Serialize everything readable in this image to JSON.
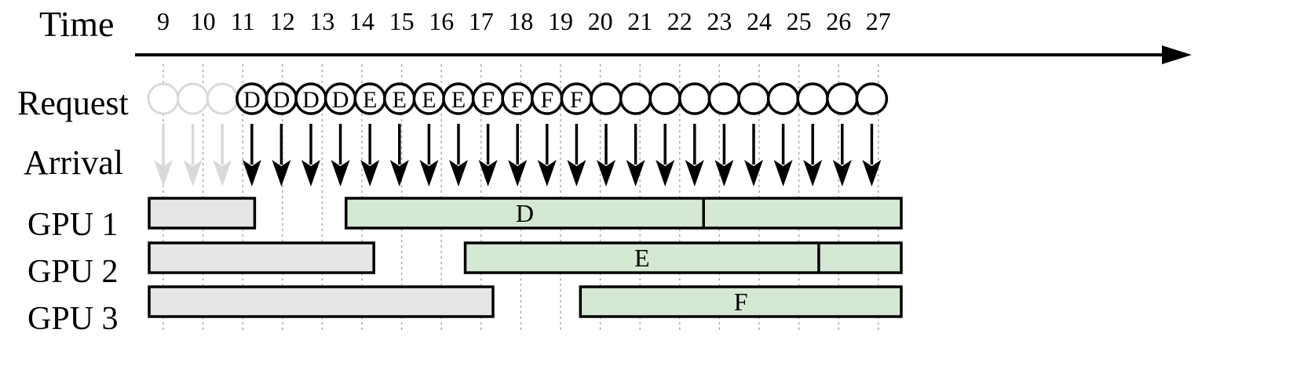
{
  "row_labels": {
    "time": "Time",
    "request": "Request",
    "arrival": "Arrival",
    "gpu1": "GPU 1",
    "gpu2": "GPU 2",
    "gpu3": "GPU 3"
  },
  "time_ticks": [
    "9",
    "10",
    "11",
    "12",
    "13",
    "14",
    "15",
    "16",
    "17",
    "18",
    "19",
    "20",
    "21",
    "22",
    "23",
    "24",
    "25",
    "26",
    "27"
  ],
  "requests": [
    {
      "label": "",
      "faded": true
    },
    {
      "label": "",
      "faded": true
    },
    {
      "label": "",
      "faded": true
    },
    {
      "label": "D",
      "faded": false
    },
    {
      "label": "D",
      "faded": false
    },
    {
      "label": "D",
      "faded": false
    },
    {
      "label": "D",
      "faded": false
    },
    {
      "label": "E",
      "faded": false
    },
    {
      "label": "E",
      "faded": false
    },
    {
      "label": "E",
      "faded": false
    },
    {
      "label": "E",
      "faded": false
    },
    {
      "label": "F",
      "faded": false
    },
    {
      "label": "F",
      "faded": false
    },
    {
      "label": "F",
      "faded": false
    },
    {
      "label": "F",
      "faded": false
    },
    {
      "label": "",
      "faded": false
    },
    {
      "label": "",
      "faded": false
    },
    {
      "label": "",
      "faded": false
    },
    {
      "label": "",
      "faded": false
    },
    {
      "label": "",
      "faded": false
    },
    {
      "label": "",
      "faded": false
    },
    {
      "label": "",
      "faded": false
    },
    {
      "label": "",
      "faded": false
    },
    {
      "label": "",
      "faded": false
    },
    {
      "label": "",
      "faded": false
    }
  ],
  "gpus": [
    {
      "name": "GPU 1",
      "busy_until": 11.3,
      "job": {
        "label": "D",
        "start": 13.6,
        "split": 22.6
      }
    },
    {
      "name": "GPU 2",
      "busy_until": 14.3,
      "job": {
        "label": "E",
        "start": 16.6,
        "split": 25.5
      }
    },
    {
      "name": "GPU 3",
      "busy_until": 17.3,
      "job": {
        "label": "F",
        "start": 19.5,
        "split": null
      }
    }
  ],
  "colors": {
    "idle_fill": "#e6e6e6",
    "job_fill": "#d5e8d4",
    "faded": "#d9d9d9",
    "ink": "#000000",
    "grid": "#a6a6a6"
  }
}
